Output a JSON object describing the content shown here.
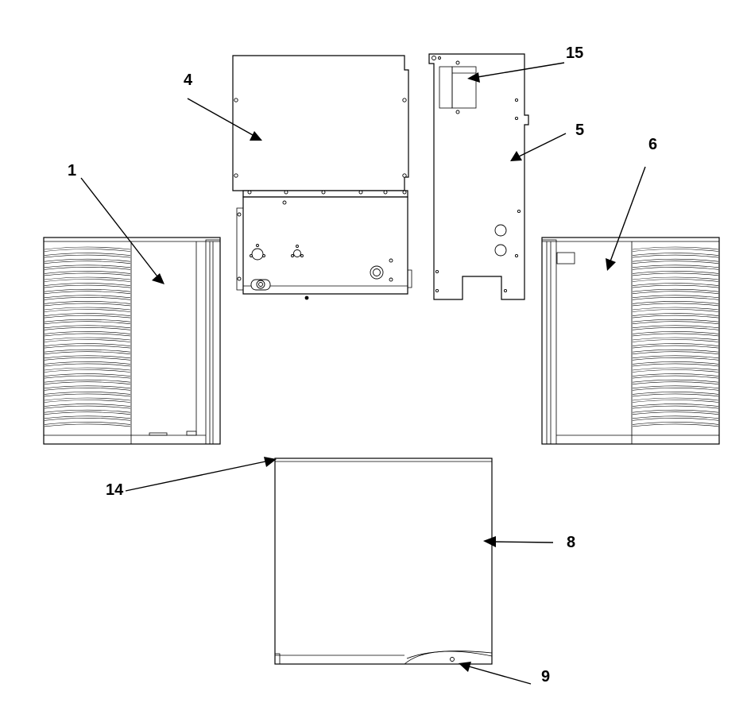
{
  "colors": {
    "line": "#000000",
    "background": "#ffffff"
  },
  "callouts": [
    {
      "id": "1",
      "label": "1"
    },
    {
      "id": "4",
      "label": "4"
    },
    {
      "id": "5",
      "label": "5"
    },
    {
      "id": "6",
      "label": "6"
    },
    {
      "id": "8",
      "label": "8"
    },
    {
      "id": "9",
      "label": "9"
    },
    {
      "id": "14",
      "label": "14"
    },
    {
      "id": "15",
      "label": "15"
    }
  ]
}
